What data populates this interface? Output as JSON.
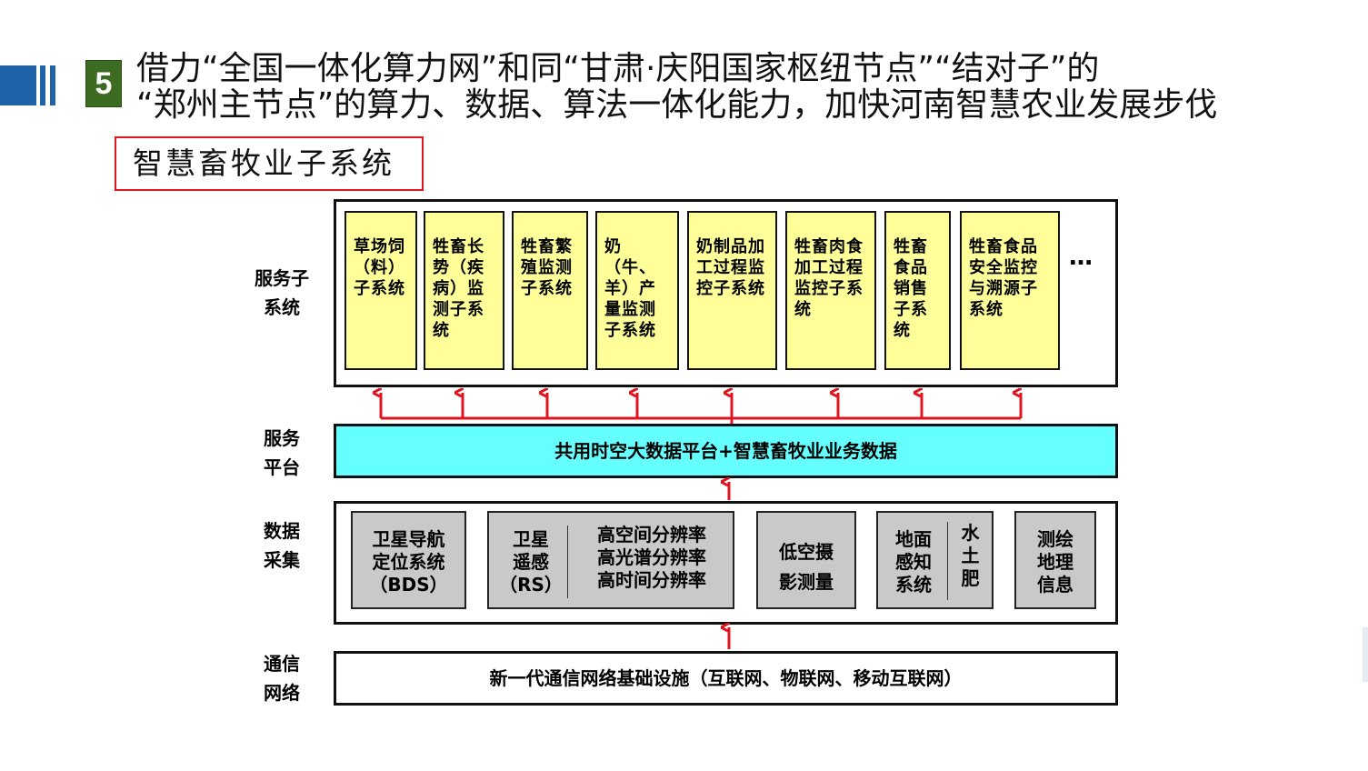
{
  "header": {
    "number": "5",
    "title_line1": "借力“全国一体化算力网”和同“甘肃·庆阳国家枢纽节点”“结对子”的",
    "title_line2": "“郑州主节点”的算力、数据、算法一体化能力，加快河南智慧农业发展步伐"
  },
  "subtitle": "智慧畜牧业子系统",
  "layers": {
    "service_subsystem": "服务子\n系统",
    "service_platform": "服务\n平台",
    "data_collection": "数据\n采集",
    "comm_network": "通信\n网络"
  },
  "service_boxes": [
    "草场饲（料）子系统",
    "牲畜长势（疾病）监测子系统",
    "牲畜繁殖监测子系统",
    "奶（牛、羊）产量监测子系统",
    "奶制品加工过程监控子系统",
    "牲畜肉食加工过程监控子系统",
    "牲畜食品销售子系统",
    "牲畜食品安全监控与溯源子系统"
  ],
  "ellipsis": "…",
  "platform": "共用时空大数据平台+智慧畜牧业业务数据",
  "collection": {
    "bds": "卫星导航\n定位系统\n（BDS）",
    "rs_label": "卫星\n遥感\n（RS）",
    "rs_detail": "高空间分辨率\n高光谱分辨率\n高时间分辨率",
    "lowalt": "低空摄\n影测量",
    "ground_label": "地面\n感知\n系统",
    "ground_detail": "水\n土\n肥",
    "survey": "测绘\n地理\n信息"
  },
  "comm": "新一代通信网络基础设施（互联网、物联网、移动互联网）",
  "colors": {
    "accent_blue": "#1f64a8",
    "badge_green": "#3d6b22",
    "subtitle_border": "#e0141e",
    "service_fill": "#ffff99",
    "platform_fill": "#66ffff",
    "collection_fill": "#c9c9c9",
    "arrow_red": "#e0141e"
  }
}
